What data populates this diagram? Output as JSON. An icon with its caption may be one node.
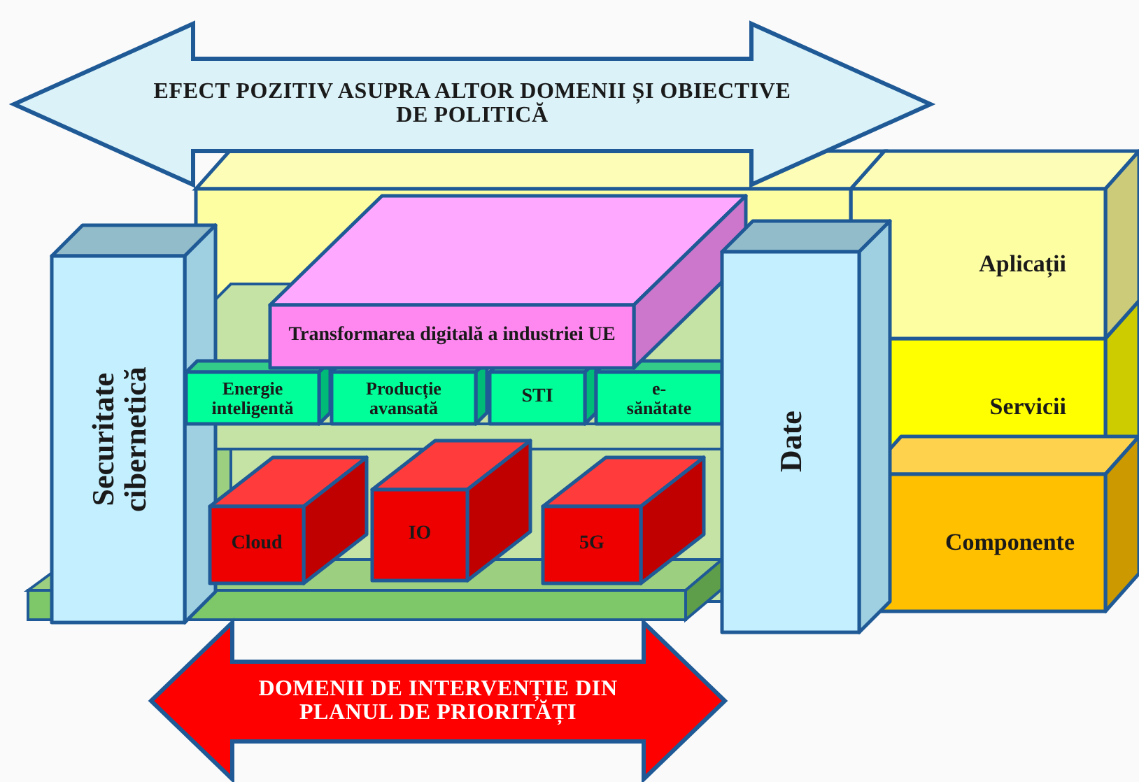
{
  "diagram": {
    "nodes": [
      {
        "text": [
          "EFECT POZITIV ASUPRA ALTOR DOMENII ȘI OBIECTIVE DE POLITICĂ"
        ]
      },
      {
        "text": [
          "Aplicații"
        ]
      },
      {
        "text": [
          "Servicii"
        ]
      },
      {
        "text": [
          "Componente"
        ]
      },
      {
        "text": [
          "Securitate cibernetică"
        ]
      },
      {
        "text": [
          "Transformarea digitală a industriei UE"
        ]
      },
      {
        "text": [
          "Energie inteligentă"
        ]
      },
      {
        "text": [
          "Producție avansată"
        ]
      },
      {
        "text": [
          "STI"
        ]
      },
      {
        "text": [
          "e-sănătate"
        ]
      },
      {
        "text": [
          "Cloud"
        ]
      },
      {
        "text": [
          "IO"
        ]
      },
      {
        "text": [
          "5G"
        ]
      },
      {
        "text": [
          "Date"
        ]
      },
      {
        "text": [
          "DOMENII DE INTERVENȚIE DIN PLANUL DE PRIORITĂȚI"
        ]
      }
    ]
  }
}
